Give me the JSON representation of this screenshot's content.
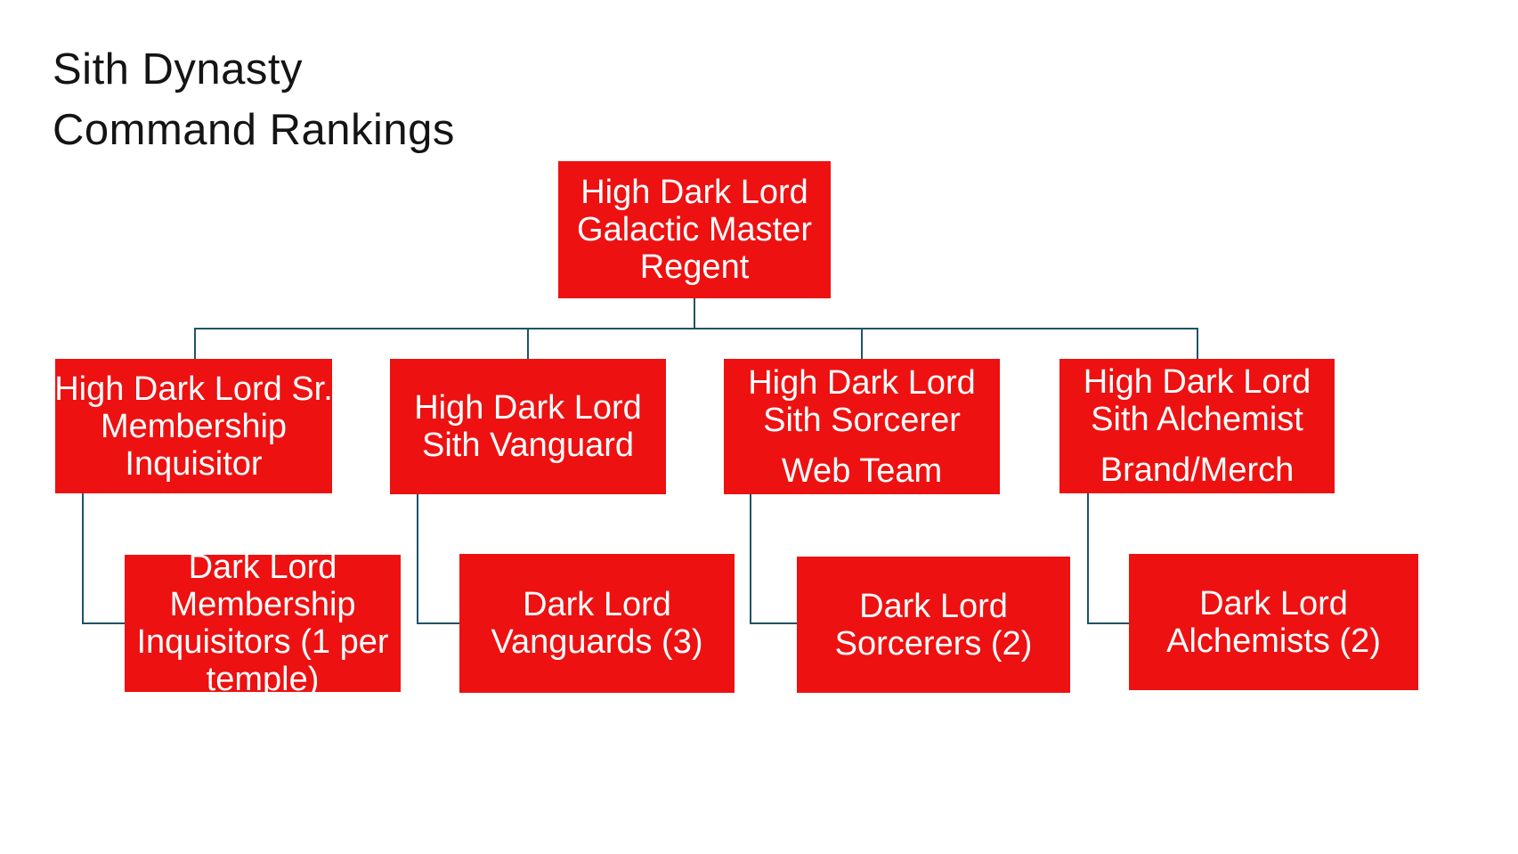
{
  "title": {
    "line1": "Sith Dynasty",
    "line2": "Command Rankings"
  },
  "colors": {
    "background": "#ffffff",
    "title_text": "#141414",
    "node_fill": "#EE1111",
    "node_text": "#ffffff",
    "connector": "#1E5368"
  },
  "nodes": {
    "root": {
      "lines": [
        "High Dark Lord",
        "Galactic Master",
        "Regent"
      ]
    },
    "sr_membership_inquisitor": {
      "lines": [
        "High Dark Lord Sr.",
        "Membership",
        "Inquisitor"
      ]
    },
    "sith_vanguard": {
      "lines": [
        "High Dark Lord",
        "Sith Vanguard"
      ]
    },
    "sith_sorcerer": {
      "lines": [
        "High Dark Lord",
        "Sith Sorcerer"
      ],
      "subtitle": "Web Team"
    },
    "sith_alchemist": {
      "lines": [
        "High Dark Lord",
        "Sith Alchemist"
      ],
      "subtitle": "Brand/Merch"
    },
    "membership_inquisitors": {
      "lines": [
        "Dark Lord",
        "Membership",
        "Inquisitors (1 per",
        "temple)"
      ]
    },
    "vanguards": {
      "lines": [
        "Dark Lord",
        "Vanguards (3)"
      ]
    },
    "sorcerers": {
      "lines": [
        "Dark Lord",
        "Sorcerers (2)"
      ]
    },
    "alchemists": {
      "lines": [
        "Dark Lord",
        "Alchemists (2)"
      ]
    }
  }
}
